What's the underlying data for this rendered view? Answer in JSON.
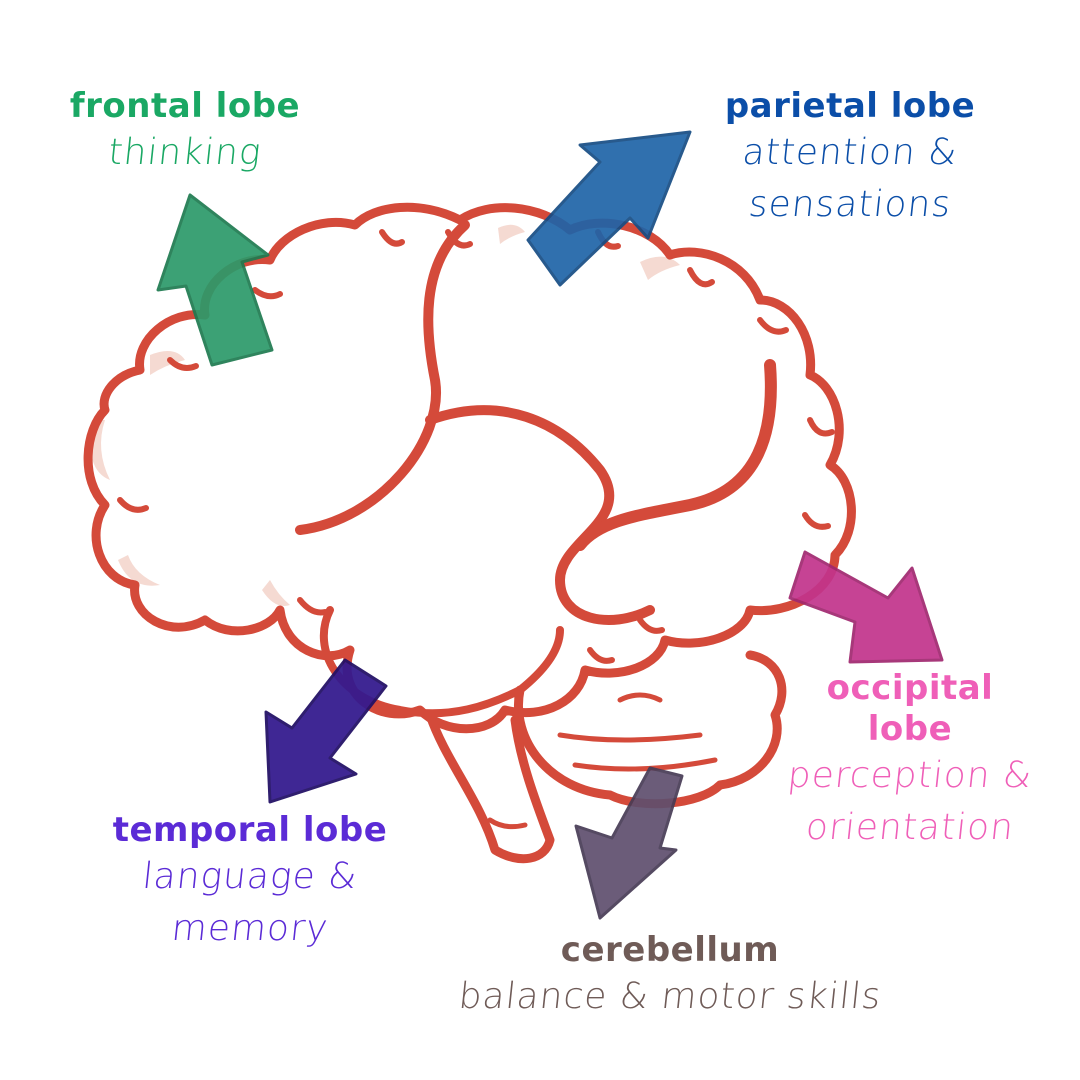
{
  "colors": {
    "brain_outline": "#d44a3a",
    "brain_fill_shadow": "#f1cbbf",
    "frontal": "#1aa864",
    "parietal": "#0b4ea8",
    "occipital": "#ef5fb8",
    "temporal": "#5b2bd6",
    "cerebellum": "#6f5b57",
    "arrow_frontal": "#2c9a6a",
    "arrow_parietal": "#1f64a8",
    "arrow_occipital": "#c2348c",
    "arrow_temporal": "#341a8e",
    "arrow_cerebellum": "#5f4f6e"
  },
  "labels": {
    "frontal": {
      "name": "frontal lobe",
      "function": "thinking",
      "icon": "arrow-up-icon"
    },
    "parietal": {
      "name": "parietal lobe",
      "function_line1": "attention &",
      "function_line2": "sensations",
      "icon": "arrow-up-right-icon"
    },
    "occipital": {
      "name_line1": "occipital",
      "name_line2": "lobe",
      "function_line1": "perception &",
      "function_line2": "orientation",
      "icon": "arrow-right-icon"
    },
    "temporal": {
      "name": "temporal lobe",
      "function_line1": "language &",
      "function_line2": "memory",
      "icon": "arrow-down-left-icon"
    },
    "cerebellum": {
      "name": "cerebellum",
      "function": "balance & motor skills",
      "icon": "arrow-down-icon"
    }
  }
}
